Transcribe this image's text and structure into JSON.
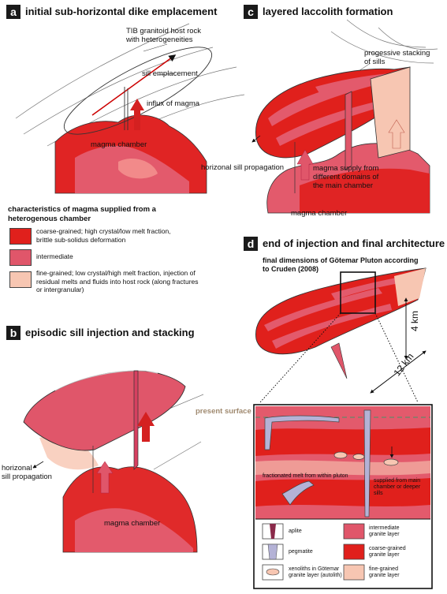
{
  "panels": {
    "a": {
      "letter": "a",
      "title": "initial sub-horizontal dike emplacement",
      "host_rock": "TIB granitoid host rock\nwith heterogeneities",
      "sill": "sill emplacement",
      "influx": "influx of magma",
      "chamber": "magma chamber"
    },
    "b": {
      "letter": "b",
      "title": "episodic sill injection and stacking",
      "propagation": "horizonal\nsill propagation",
      "chamber": "magma chamber"
    },
    "c": {
      "letter": "c",
      "title": "layered laccolith formation",
      "stacking": "progessive stacking\nof sills",
      "propagation": "horizonal sill propagation",
      "supply": "magma supply from\ndifferent domains of\nthe main chamber",
      "chamber": "magma chamber"
    },
    "d": {
      "letter": "d",
      "title": "end of injection and final architecture",
      "subtitle": "final dimensions of Götemar Pluton according\nto Cruden (2008)",
      "km4": "4 km",
      "km12": "12 km",
      "present_surface": "present surface",
      "fractionated": "fractionated melt from within pluton",
      "supplied": "supplied from main\nchamber or deeper\nsills"
    }
  },
  "characteristics": {
    "title": "characteristics of magma supplied from a\nheterogenous chamber",
    "items": [
      {
        "text": "coarse-grained; high crystal/low melt fraction,\nbrittle sub-solidus deformation",
        "color": "#e0201c"
      },
      {
        "text": "intermediate",
        "color": "#e0566a"
      },
      {
        "text": "fine-grained; low crystal/high melt fraction, injection of\nresidual melts and fluids into host rock (along fractures\nor intergranular)",
        "color": "#f7c6b2"
      }
    ]
  },
  "legend": {
    "items": [
      {
        "text": "aplite",
        "icon": "aplite-icon"
      },
      {
        "text": "intermediate\ngranite layer",
        "color": "#e0566a"
      },
      {
        "text": "pegmatite",
        "icon": "pegmatite-icon"
      },
      {
        "text": "coarse-grained\ngranite layer",
        "color": "#e0201c"
      },
      {
        "text": "xenoliths in Götemar\ngranite layer (autolith)",
        "icon": "xenolith-icon"
      },
      {
        "text": "fine-grained\ngranite layer",
        "color": "#f7c6b2"
      }
    ]
  },
  "colors": {
    "coarse": "#e0201c",
    "intermediate": "#e0566a",
    "fine": "#f7c6b2",
    "pegmatite": "#b4b2d6",
    "aplite": "#8a2a4a"
  }
}
